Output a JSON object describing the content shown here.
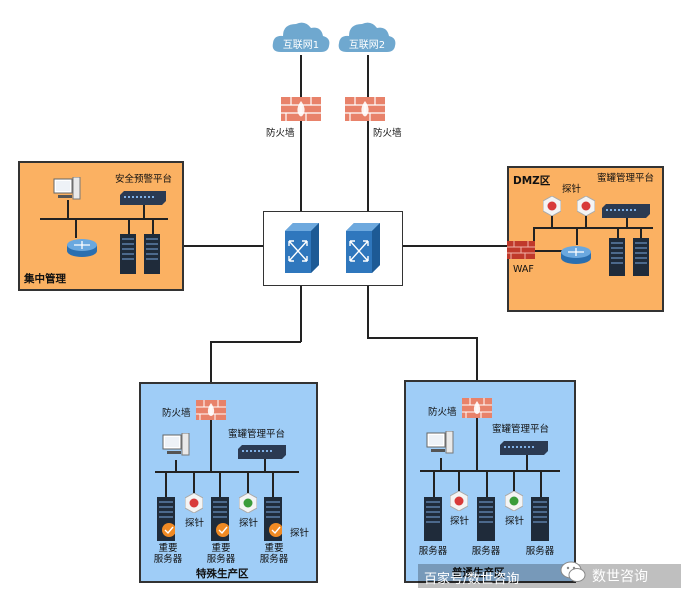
{
  "internet": [
    {
      "label": "互联网1"
    },
    {
      "label": "互联网2"
    }
  ],
  "top_firewalls": [
    {
      "label": "防火墙"
    },
    {
      "label": "防火墙"
    }
  ],
  "zones": {
    "mgmt": {
      "title": "集中管理",
      "platform": "安全预警平台"
    },
    "dmz": {
      "title": "DMZ区",
      "platform": "蜜罐管理平台",
      "probe": "探针",
      "waf": "WAF"
    },
    "special": {
      "title": "特殊生产区",
      "firewall": "防火墙",
      "platform": "蜜罐管理平台",
      "probe": "探针",
      "servers": [
        "重要\n服务器",
        "重要\n服务器",
        "重要\n服务器"
      ]
    },
    "normal": {
      "title": "普通生产区",
      "firewall": "防火墙",
      "platform": "蜜罐管理平台",
      "probe": "探针",
      "servers": [
        "服务器",
        "服务器",
        "服务器"
      ]
    }
  },
  "watermark": {
    "left": "百家号/数世咨询",
    "right": "数世咨询"
  },
  "colors": {
    "orange_zone": "#fbb162",
    "blue_zone": "#9fcdf7",
    "cloud": "#6fa8cf",
    "firewall": "#e8826a",
    "switch": "#3c84c6"
  }
}
